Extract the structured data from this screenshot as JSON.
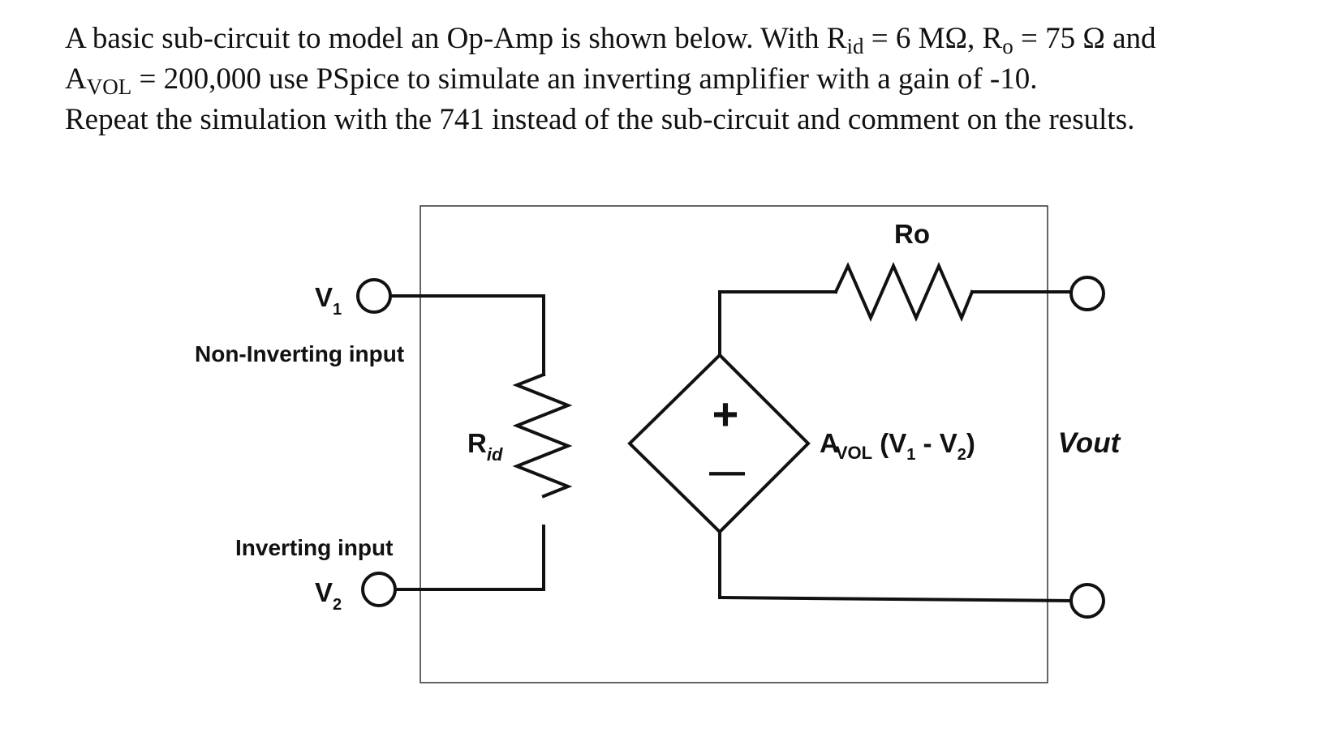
{
  "problem": {
    "line1_a": "A basic sub-circuit to model an Op-Amp is shown below. With R",
    "line1_rid_sub": "id",
    "line1_b": " = 6 MΩ,  R",
    "line1_ro_sub": "o",
    "line1_c": " = 75 Ω and",
    "line2_a": "A",
    "line2_avol_sub": "VOL",
    "line2_b": " = 200,000 use PSpice to simulate an inverting amplifier with a gain of -10.",
    "line3": "Repeat the simulation with the 741 instead of the sub-circuit and comment on the results."
  },
  "circuit": {
    "ro_label": "Ro",
    "v1_main": "V",
    "v1_sub": "1",
    "non_inverting_label": "Non-Inverting input",
    "inverting_label": "Inverting input",
    "v2_main": "V",
    "v2_sub": "2",
    "rid_main": "R",
    "rid_sub": "id",
    "plus_sign": "+",
    "minus_sign": "—",
    "source_a": "A",
    "source_vol_sub": "VOL",
    "source_v1_open": " (V",
    "source_v1_sub": "1",
    "source_minus": " - V",
    "source_v2_sub": "2",
    "source_close": ")",
    "vout_label": "Vout"
  }
}
